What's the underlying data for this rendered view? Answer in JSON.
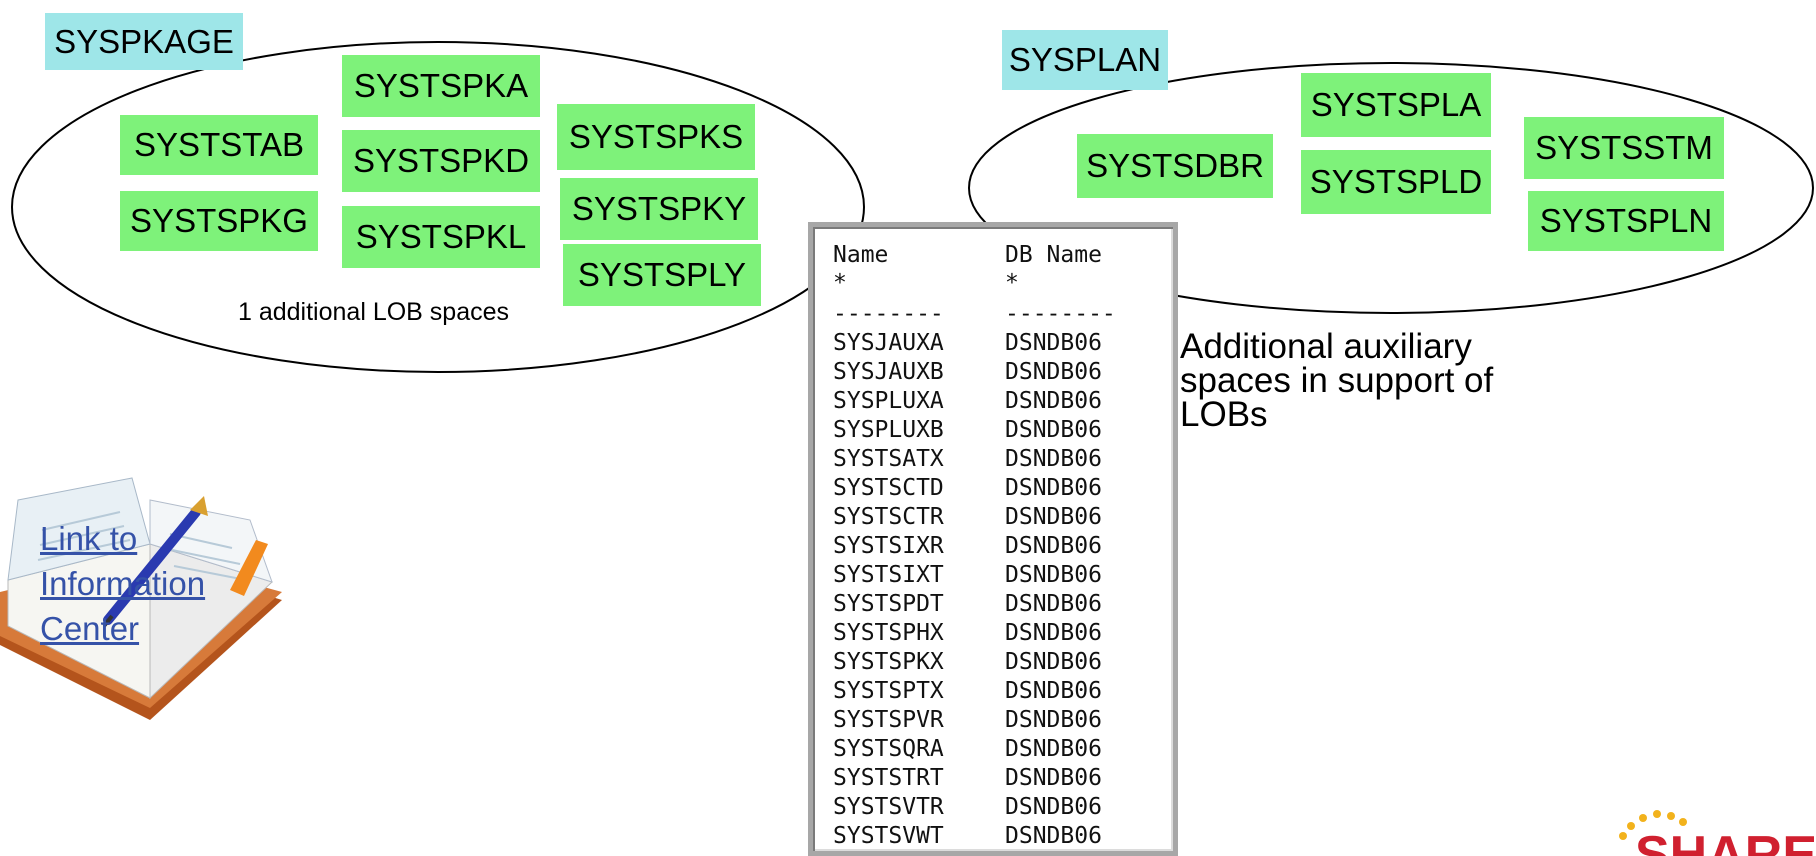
{
  "left_group": {
    "title": "SYSPKAGE",
    "spaces": [
      "SYSTSPKA",
      "SYSTSTAB",
      "SYSTSPKD",
      "SYSTSPKS",
      "SYSTSPKG",
      "SYSTSPKL",
      "SYSTSPKY",
      "SYSTSPLY"
    ],
    "note": "1 additional LOB spaces"
  },
  "right_group": {
    "title": "SYSPLAN",
    "spaces": [
      "SYSTSPLA",
      "SYSTSDBR",
      "SYSTSPLD",
      "SYSTSSTM",
      "SYSTSPLN"
    ]
  },
  "listing": {
    "headers": [
      "Name",
      "DB Name"
    ],
    "filters": [
      "*",
      "*"
    ],
    "separator": [
      "--------",
      "--------"
    ],
    "rows": [
      [
        "SYSJAUXA",
        "DSNDB06"
      ],
      [
        "SYSJAUXB",
        "DSNDB06"
      ],
      [
        "SYSPLUXA",
        "DSNDB06"
      ],
      [
        "SYSPLUXB",
        "DSNDB06"
      ],
      [
        "SYSTSATX",
        "DSNDB06"
      ],
      [
        "SYSTSCTD",
        "DSNDB06"
      ],
      [
        "SYSTSCTR",
        "DSNDB06"
      ],
      [
        "SYSTSIXR",
        "DSNDB06"
      ],
      [
        "SYSTSIXT",
        "DSNDB06"
      ],
      [
        "SYSTSPDT",
        "DSNDB06"
      ],
      [
        "SYSTSPHX",
        "DSNDB06"
      ],
      [
        "SYSTSPKX",
        "DSNDB06"
      ],
      [
        "SYSTSPTX",
        "DSNDB06"
      ],
      [
        "SYSTSPVR",
        "DSNDB06"
      ],
      [
        "SYSTSQRA",
        "DSNDB06"
      ],
      [
        "SYSTSTRT",
        "DSNDB06"
      ],
      [
        "SYSTSVTR",
        "DSNDB06"
      ],
      [
        "SYSTSVWT",
        "DSNDB06"
      ]
    ]
  },
  "aux_note": [
    "Additional auxiliary",
    "spaces in support of",
    "LOBs"
  ],
  "info_link": {
    "text": "Link to\nInformation\nCenter",
    "icon": "open-book-icon"
  },
  "logo": {
    "text": "SHARE",
    "color": "#d0202f",
    "dot_color": "#f2b21c"
  },
  "colors": {
    "space_fill": "#7ef27a",
    "group_fill": "#9ee6e8",
    "link": "#3552a8"
  }
}
